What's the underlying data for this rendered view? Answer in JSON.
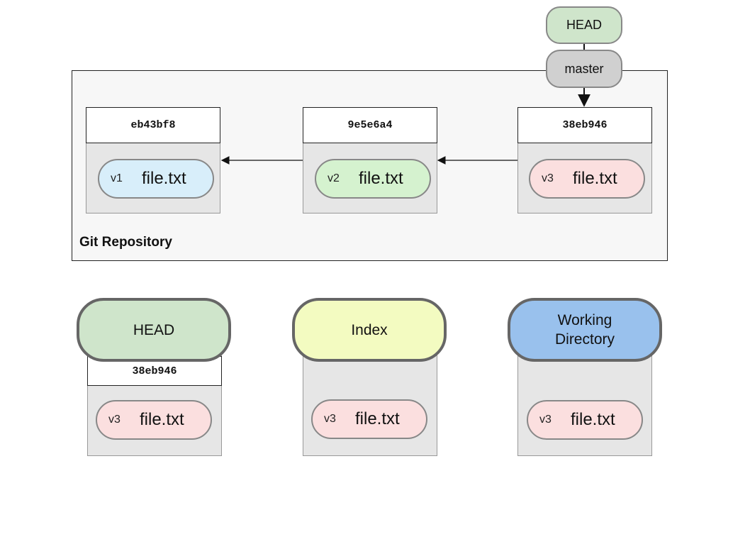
{
  "repository": {
    "label": "Git Repository",
    "commits": [
      {
        "hash": "eb43bf8",
        "file": {
          "version": "v1",
          "name": "file.txt"
        }
      },
      {
        "hash": "9e5e6a4",
        "file": {
          "version": "v2",
          "name": "file.txt"
        }
      },
      {
        "hash": "38eb946",
        "file": {
          "version": "v3",
          "name": "file.txt"
        }
      }
    ]
  },
  "refs": {
    "head": "HEAD",
    "branch": "master"
  },
  "trees": [
    {
      "title": "HEAD",
      "hash": "38eb946",
      "file": {
        "version": "v3",
        "name": "file.txt"
      }
    },
    {
      "title": "Index",
      "file": {
        "version": "v3",
        "name": "file.txt"
      }
    },
    {
      "title": "Working\nDirectory",
      "file": {
        "version": "v3",
        "name": "file.txt"
      }
    }
  ],
  "colors": {
    "head": "#cfe5cb",
    "branch": "#d0d0d0",
    "index": "#f3fbc1",
    "working_directory": "#99c1ed",
    "v1": "#d8eefa",
    "v2": "#d5f2cf",
    "v3": "#fbdfdf"
  }
}
